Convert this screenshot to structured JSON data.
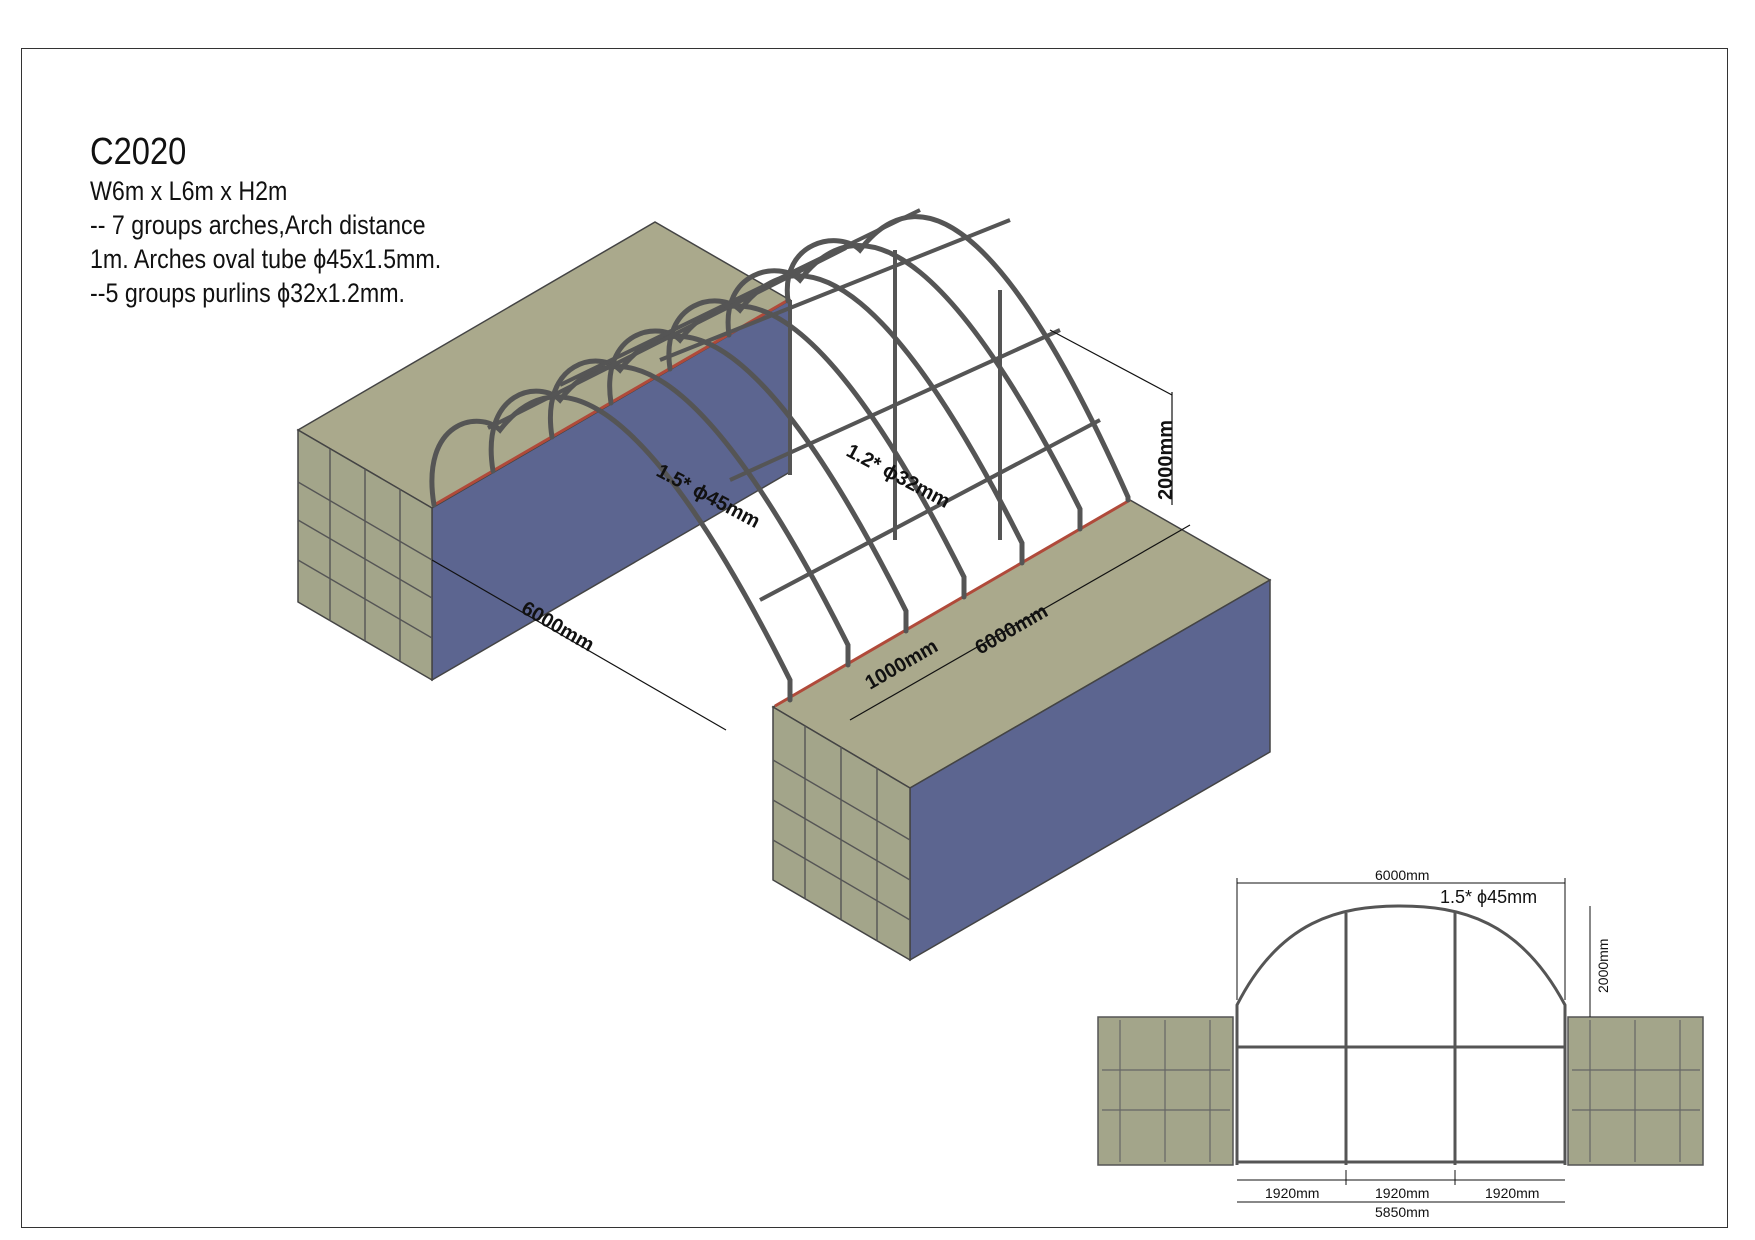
{
  "spec": {
    "model": "C2020",
    "dimensions": "W6m x L6m x H2m",
    "line1": "-- 7 groups arches,Arch distance",
    "line2": "1m. Arches oval tube  ϕ45x1.5mm.",
    "line3": "--5 groups purlins  ϕ32x1.2mm."
  },
  "iso_labels": {
    "arch_tube": "1.5* ϕ45mm",
    "purlin_tube": "1.2* ϕ32mm",
    "height": "2000mm",
    "width": "6000mm",
    "arch_distance": "1000mm",
    "length": "6000mm"
  },
  "front_view": {
    "overall_width": "6000mm",
    "arch_tube": "1.5* ϕ45mm",
    "height": "2000mm",
    "bays": [
      "1920mm",
      "1920mm",
      "1920mm"
    ],
    "base_width": "5850mm"
  },
  "colors": {
    "container_top": "#aaa98c",
    "container_side": "#5c6590",
    "container_door": "#a3a58a",
    "frame_tube": "#555555",
    "accent_red": "#b04a3a"
  }
}
